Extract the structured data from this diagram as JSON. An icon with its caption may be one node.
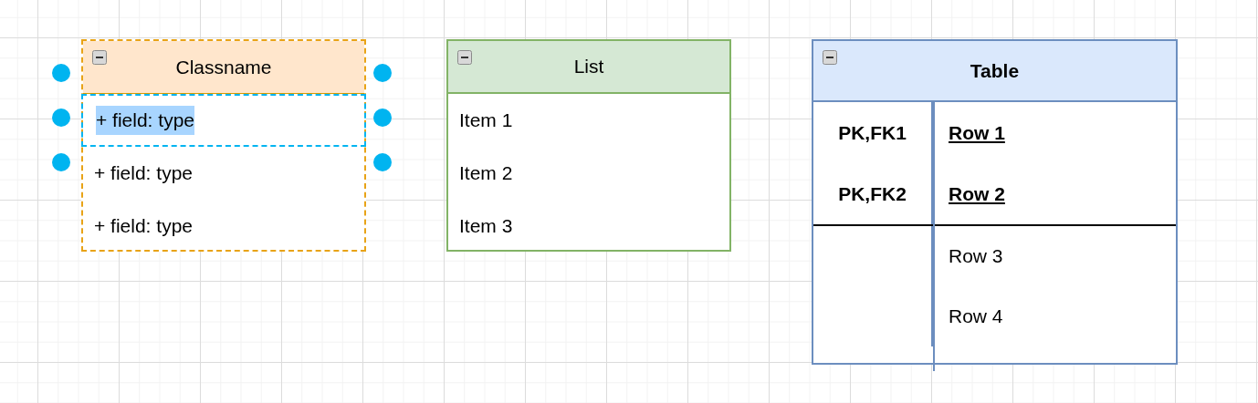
{
  "diagram": {
    "nodes": [
      {
        "text": [
          "Classname"
        ]
      },
      {
        "text": [
          "+ field: type"
        ],
        "in": 0
      },
      {
        "text": [
          "+ field: type"
        ],
        "in": 0
      },
      {
        "text": [
          "+ field: type"
        ],
        "in": 0
      },
      {
        "text": [
          "List"
        ]
      },
      {
        "text": [
          "Item 1"
        ],
        "in": 4
      },
      {
        "text": [
          "Item 2"
        ],
        "in": 4
      },
      {
        "text": [
          "Item 3"
        ],
        "in": 4
      },
      {
        "text": [
          "Table"
        ]
      },
      {
        "text": [
          "PK,FK1",
          "Row 1"
        ],
        "in": 8
      },
      {
        "text": [
          "PK,FK2",
          "Row 2"
        ],
        "in": 8
      },
      {
        "text": [
          "Row 3"
        ],
        "in": 8
      },
      {
        "text": [
          "Row 4"
        ],
        "in": 8
      }
    ]
  }
}
